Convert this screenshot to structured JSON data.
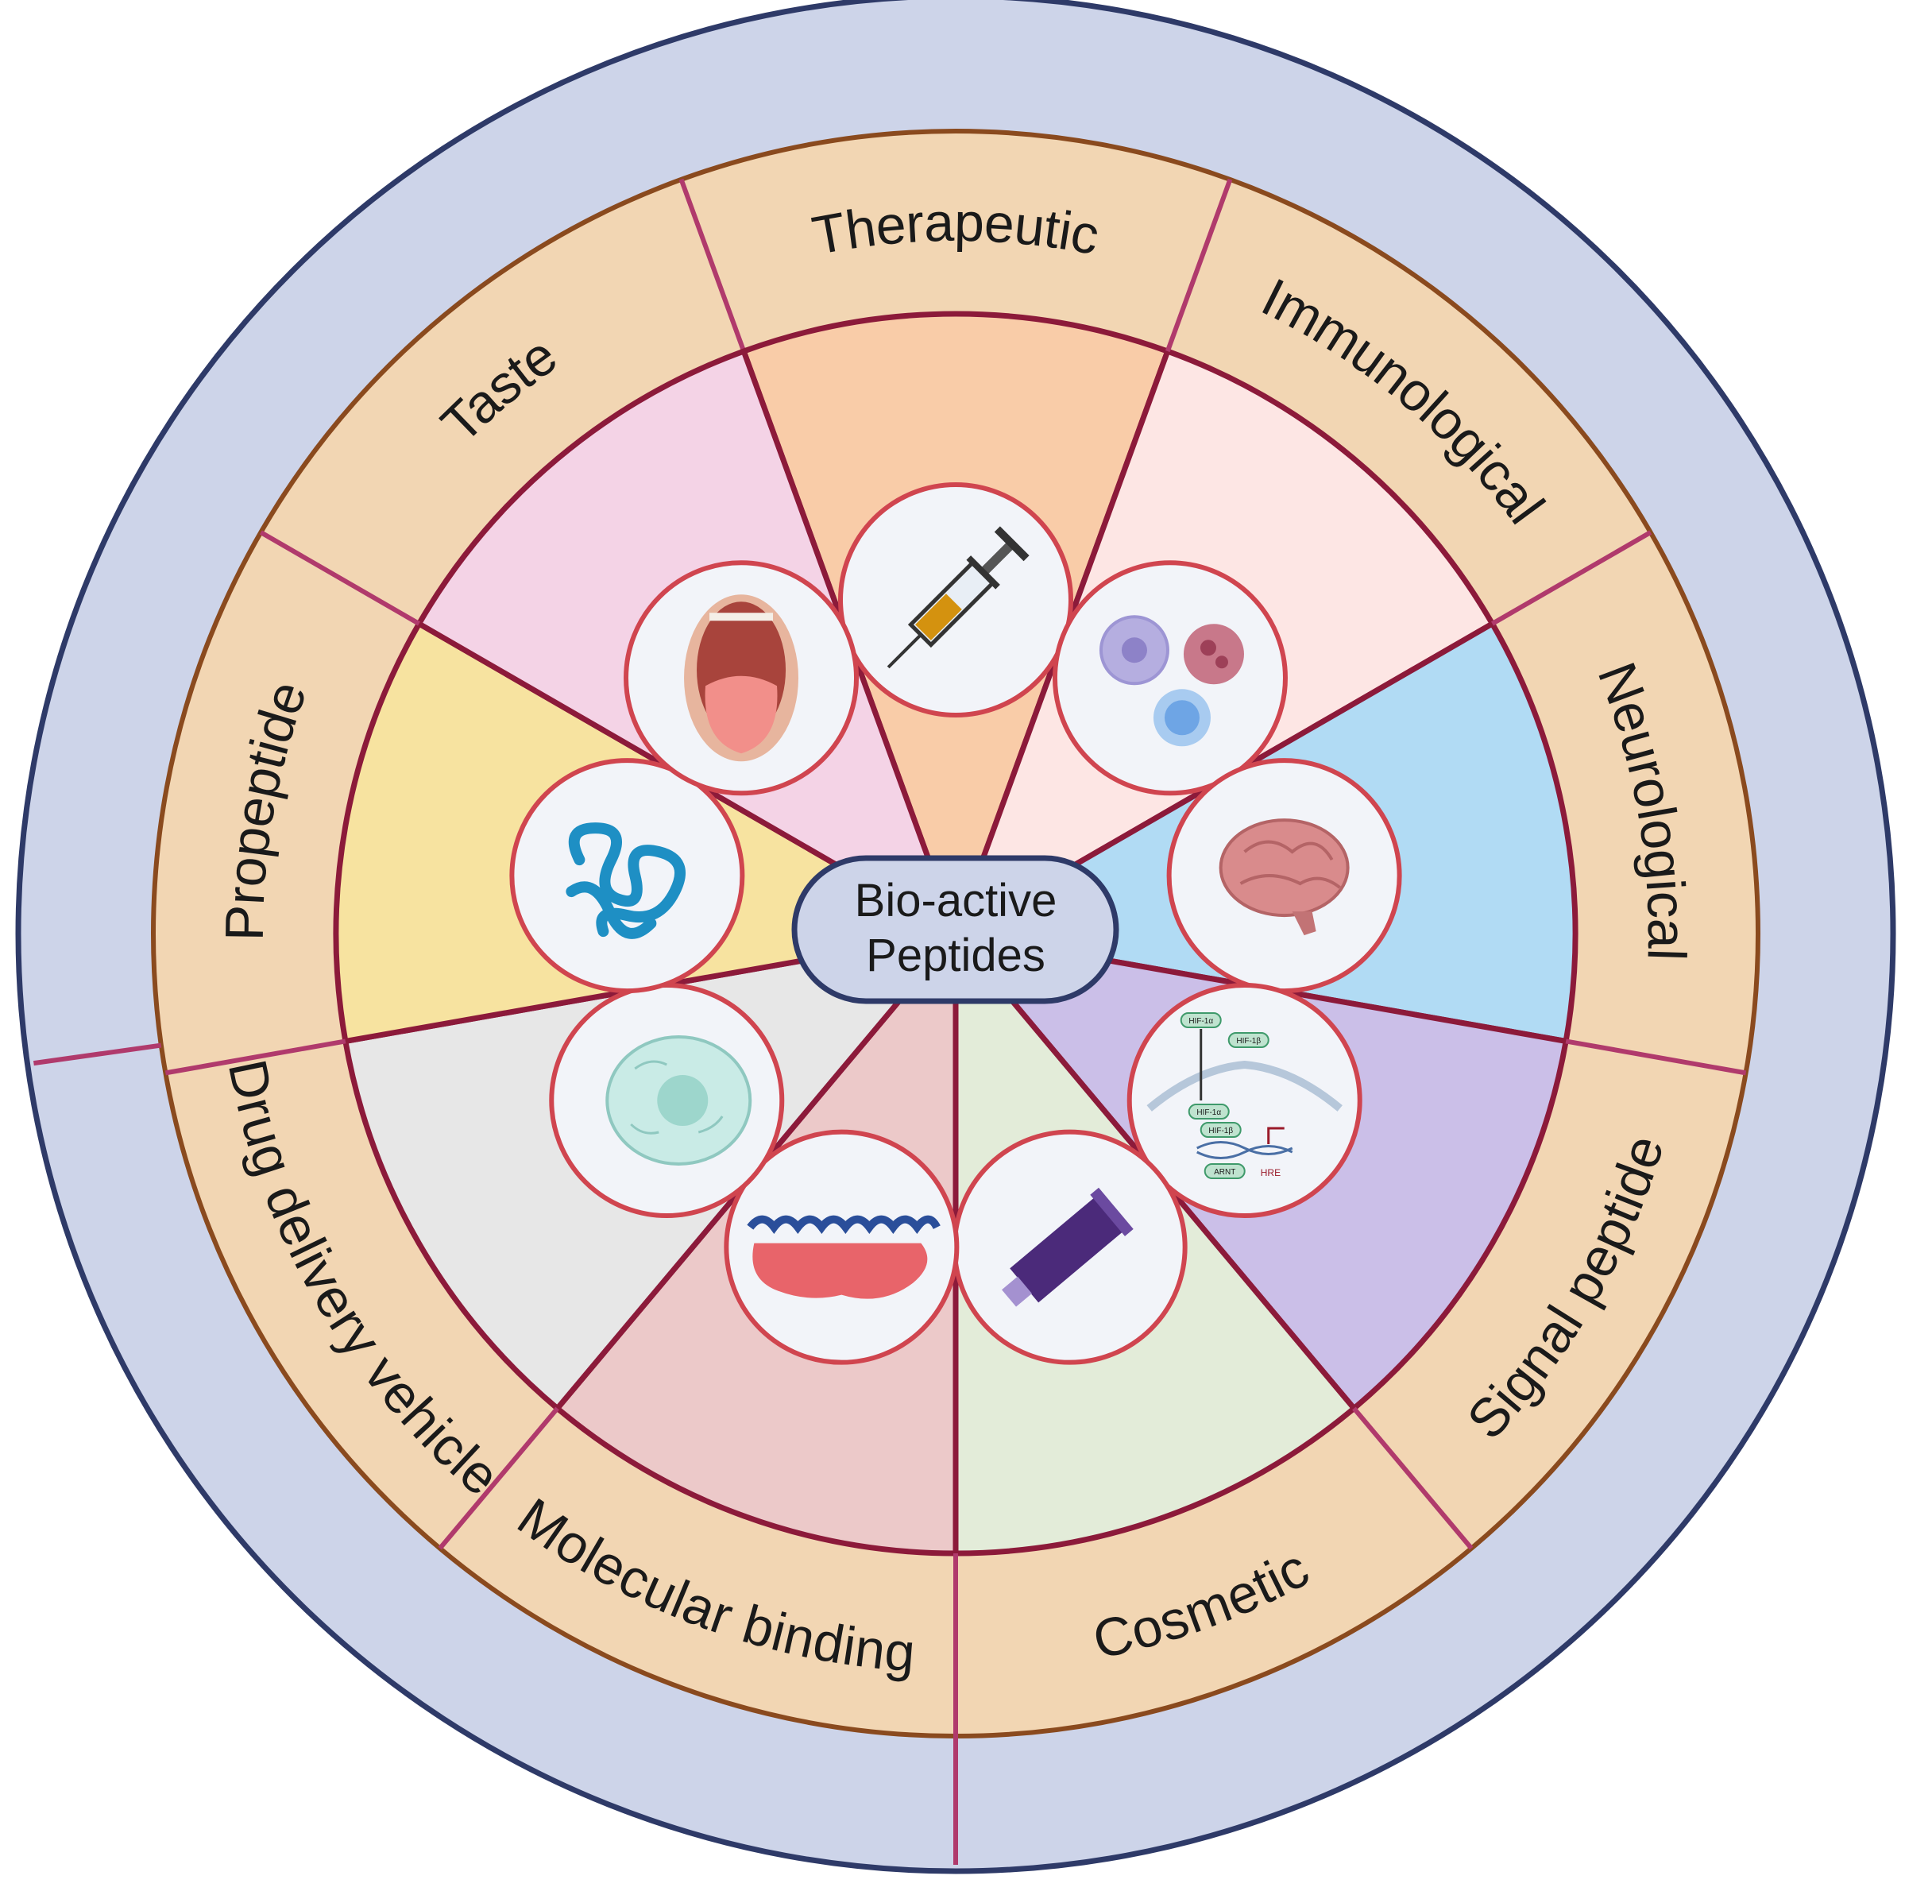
{
  "center": {
    "line1": "Bio-active",
    "line2": "Peptides"
  },
  "segments": [
    {
      "label": "Therapeutic",
      "icon": "syringe-icon",
      "fill": "#f9cca8"
    },
    {
      "label": "Immunological",
      "icon": "immune-cells-icon",
      "fill": "#fde6e4"
    },
    {
      "label": "Neurological",
      "icon": "brain-icon",
      "fill": "#b1dbf4"
    },
    {
      "label": "Signal peptide",
      "icon": "gene-signaling-icon",
      "fill": "#cbbfe8"
    },
    {
      "label": "Cosmetic",
      "icon": "cream-tube-icon",
      "fill": "#e3ecd9"
    },
    {
      "label": "Molecular binding",
      "icon": "protein-binding-icon",
      "fill": "#ecc9c9"
    },
    {
      "label": "Drug delivery vehicle",
      "icon": "cell-icon",
      "fill": "#e7e7e7"
    },
    {
      "label": "Propeptide",
      "icon": "peptide-chain-icon",
      "fill": "#f7e3a0"
    },
    {
      "label": "Taste",
      "icon": "mouth-tongue-icon",
      "fill": "#f4d3e6"
    }
  ],
  "signal_icon_labels": [
    "HIF-1α",
    "HIF-1β",
    "HIF-1α",
    "HIF-1β",
    "ARNT",
    "HRE"
  ],
  "colors": {
    "outer_disc": "#cdd4e9",
    "outer_border": "#2e3a68",
    "label_ring": "#f2d6b3",
    "label_ring_border": "#8a4a1e",
    "divider": "#b03a6c",
    "inner_border": "#8c1a3a",
    "icon_circle_fill": "#f2f4f9",
    "icon_circle_border": "#d0454f",
    "hub_fill": "#cdd4e9",
    "hub_border": "#2e3a68"
  }
}
